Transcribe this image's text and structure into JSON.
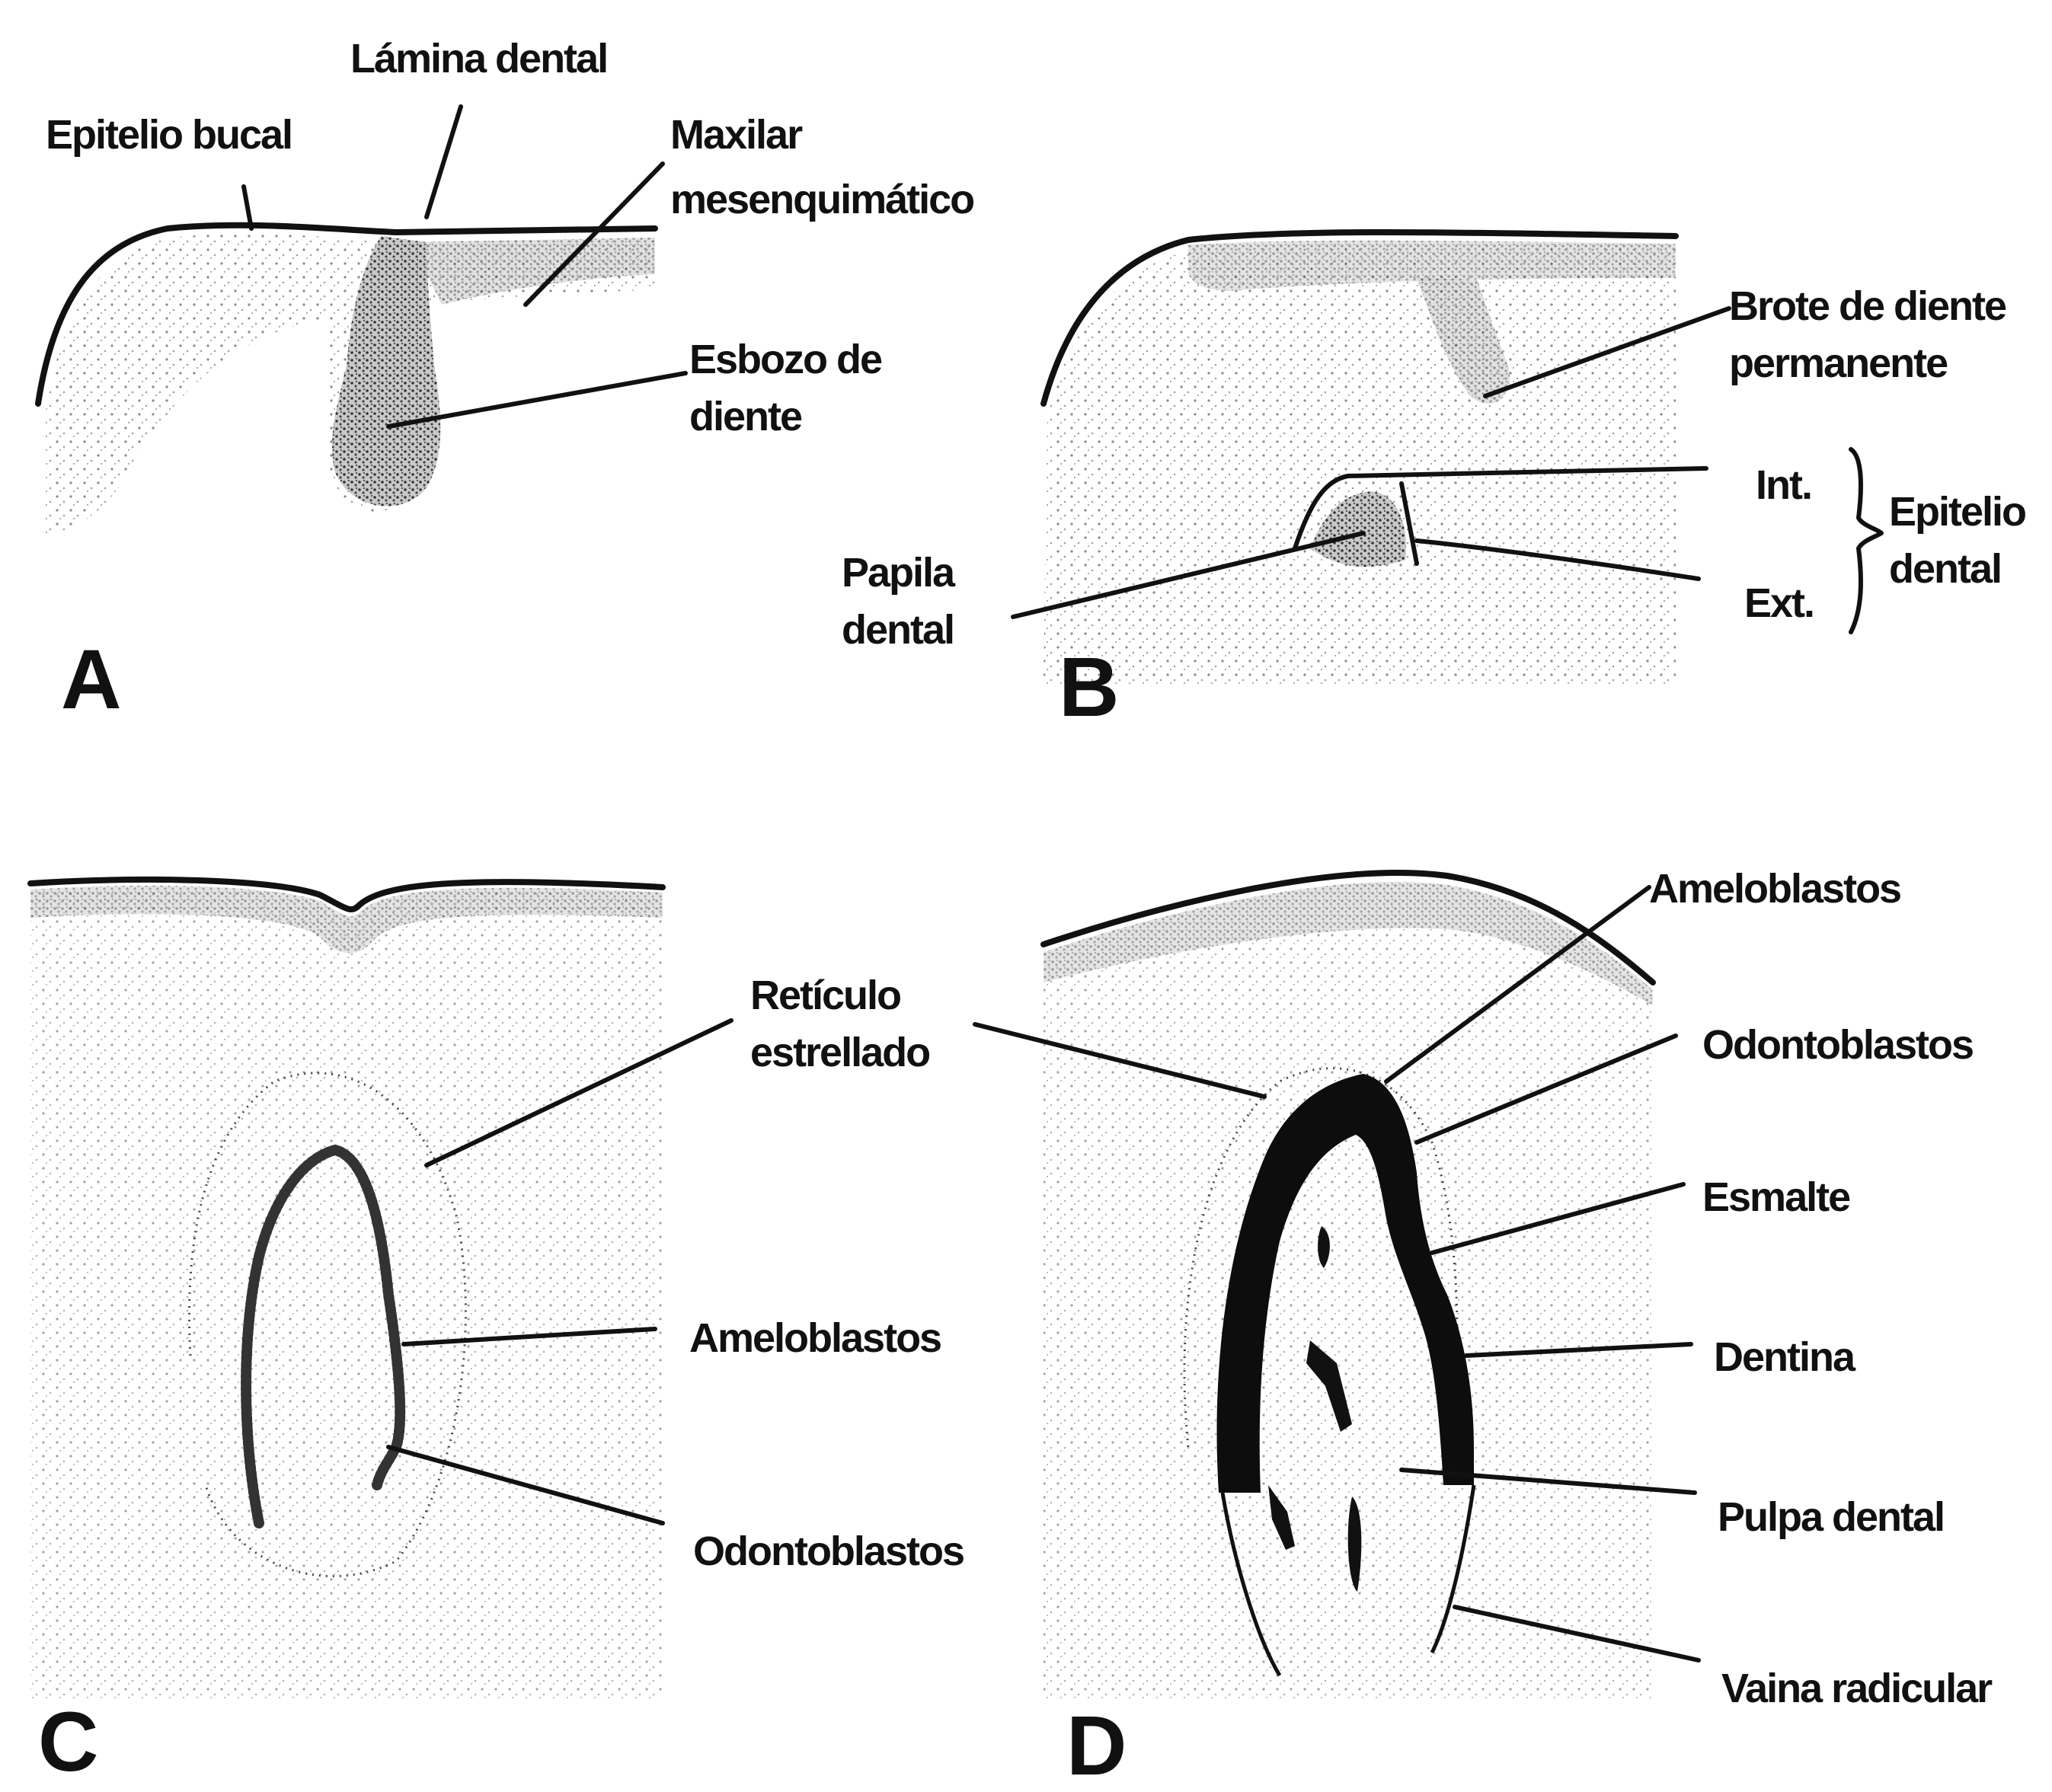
{
  "panels": {
    "a": {
      "letter": "A",
      "labels": {
        "epitelio_bucal": "Epitelio bucal",
        "lamina_dental": "Lámina dental",
        "maxilar_1": "Maxilar",
        "maxilar_2": "mesenquimático",
        "esbozo_1": "Esbozo de",
        "esbozo_2": "diente"
      }
    },
    "b": {
      "letter": "B",
      "labels": {
        "brote_1": "Brote de diente",
        "brote_2": "permanente",
        "int": "Int.",
        "ext": "Ext.",
        "epitelio_1": "Epitelio",
        "epitelio_2": "dental",
        "papila_1": "Papila",
        "papila_2": "dental"
      }
    },
    "c": {
      "letter": "C",
      "labels": {
        "reticulo_1": "Retículo",
        "reticulo_2": "estrellado",
        "ameloblastos": "Ameloblastos",
        "odontoblastos": "Odontoblastos"
      }
    },
    "d": {
      "letter": "D",
      "labels": {
        "ameloblastos": "Ameloblastos",
        "odontoblastos": "Odontoblastos",
        "esmalte": "Esmalte",
        "dentina": "Dentina",
        "pulpa": "Pulpa dental",
        "vaina": "Vaina radicular"
      }
    }
  }
}
